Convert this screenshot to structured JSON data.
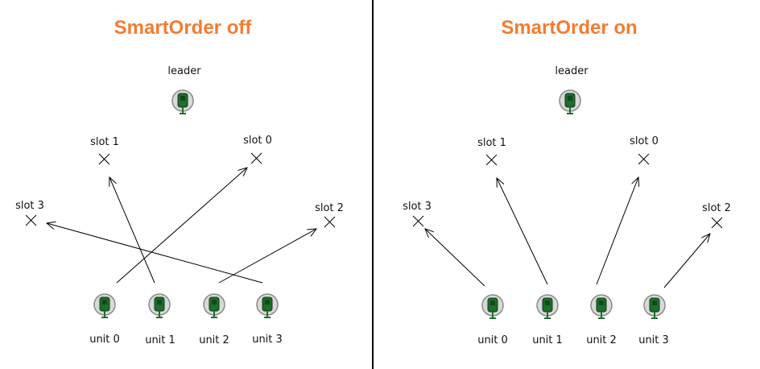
{
  "colors": {
    "title": "#f47c30",
    "unit_body": "#1f6e2c",
    "unit_ring": "#8a8a8a",
    "line": "#000000",
    "divider": "#000000"
  },
  "panels": [
    {
      "title": "SmartOrder off",
      "leader_label": "leader",
      "slots": [
        {
          "label": "slot 1"
        },
        {
          "label": "slot 0"
        },
        {
          "label": "slot 3"
        },
        {
          "label": "slot 2"
        }
      ],
      "units": [
        {
          "label": "unit 0",
          "target": "slot 0"
        },
        {
          "label": "unit 1",
          "target": "slot 1"
        },
        {
          "label": "unit 2",
          "target": "slot 2"
        },
        {
          "label": "unit 3",
          "target": "slot 3"
        }
      ]
    },
    {
      "title": "SmartOrder on",
      "leader_label": "leader",
      "slots": [
        {
          "label": "slot 1"
        },
        {
          "label": "slot 0"
        },
        {
          "label": "slot 3"
        },
        {
          "label": "slot 2"
        }
      ],
      "units": [
        {
          "label": "unit 0",
          "target": "slot 3"
        },
        {
          "label": "unit 1",
          "target": "slot 1"
        },
        {
          "label": "unit 2",
          "target": "slot 0"
        },
        {
          "label": "unit 3",
          "target": "slot 2"
        }
      ]
    }
  ]
}
